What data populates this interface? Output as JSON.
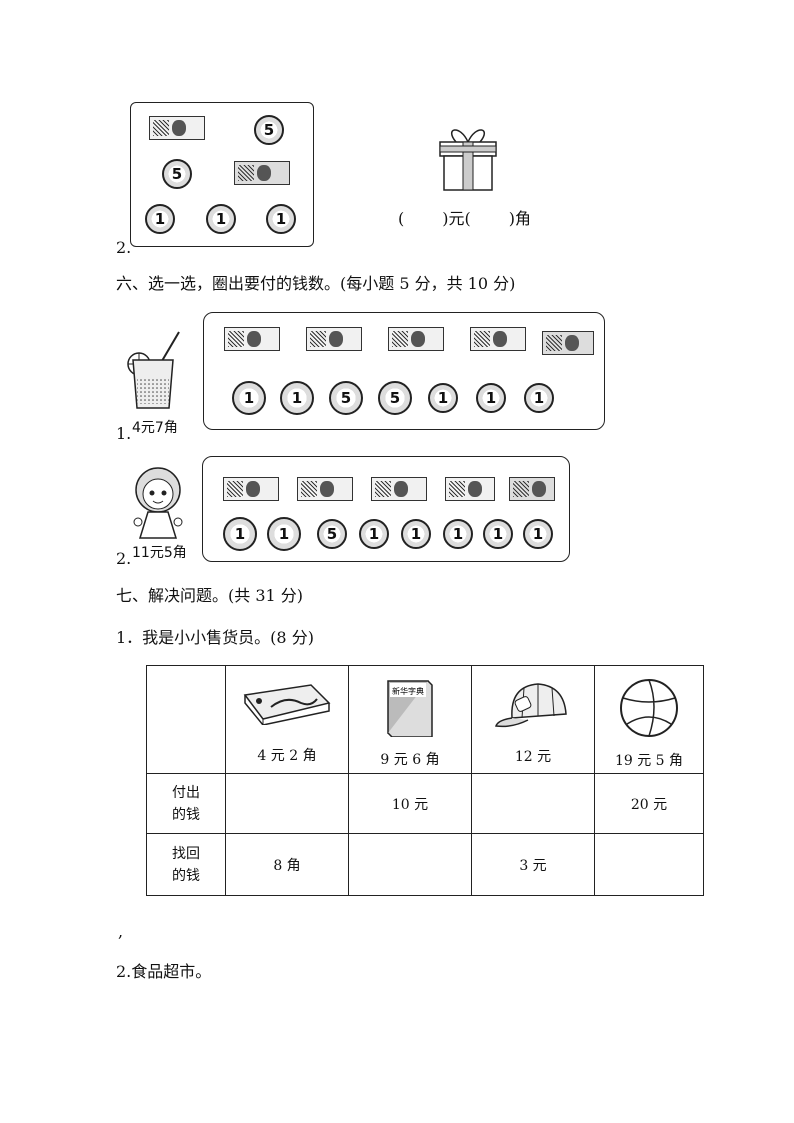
{
  "q2_label": "2.",
  "gift_answer": {
    "open1": "(",
    "close1": ")元(",
    "close2": ")角"
  },
  "section6": {
    "title": "六、选一选，圈出要付的钱数。(每小题 5 分，共 10 分)",
    "item1": {
      "num": "1.",
      "price": "4元7角"
    },
    "item2": {
      "num": "2.",
      "price": "11元5角"
    }
  },
  "coin_faces": {
    "one": "1",
    "five": "5"
  },
  "section7": {
    "title": "七、解决问题。(共 31 分)",
    "q1": "1．我是小小售货员。(8 分)",
    "book_title": "新华字典",
    "prices": [
      "4 元 2 角",
      "9 元 6 角",
      "12 元",
      "19 元 5 角"
    ],
    "row_paid": {
      "label1": "付出",
      "label2": "的钱",
      "cells": [
        "",
        "10 元",
        "",
        "20 元"
      ]
    },
    "row_change": {
      "label1": "找回",
      "label2": "的钱",
      "cells": [
        "8 角",
        "",
        "3 元",
        ""
      ]
    },
    "comma": ",",
    "q2": "2.食品超市。"
  }
}
